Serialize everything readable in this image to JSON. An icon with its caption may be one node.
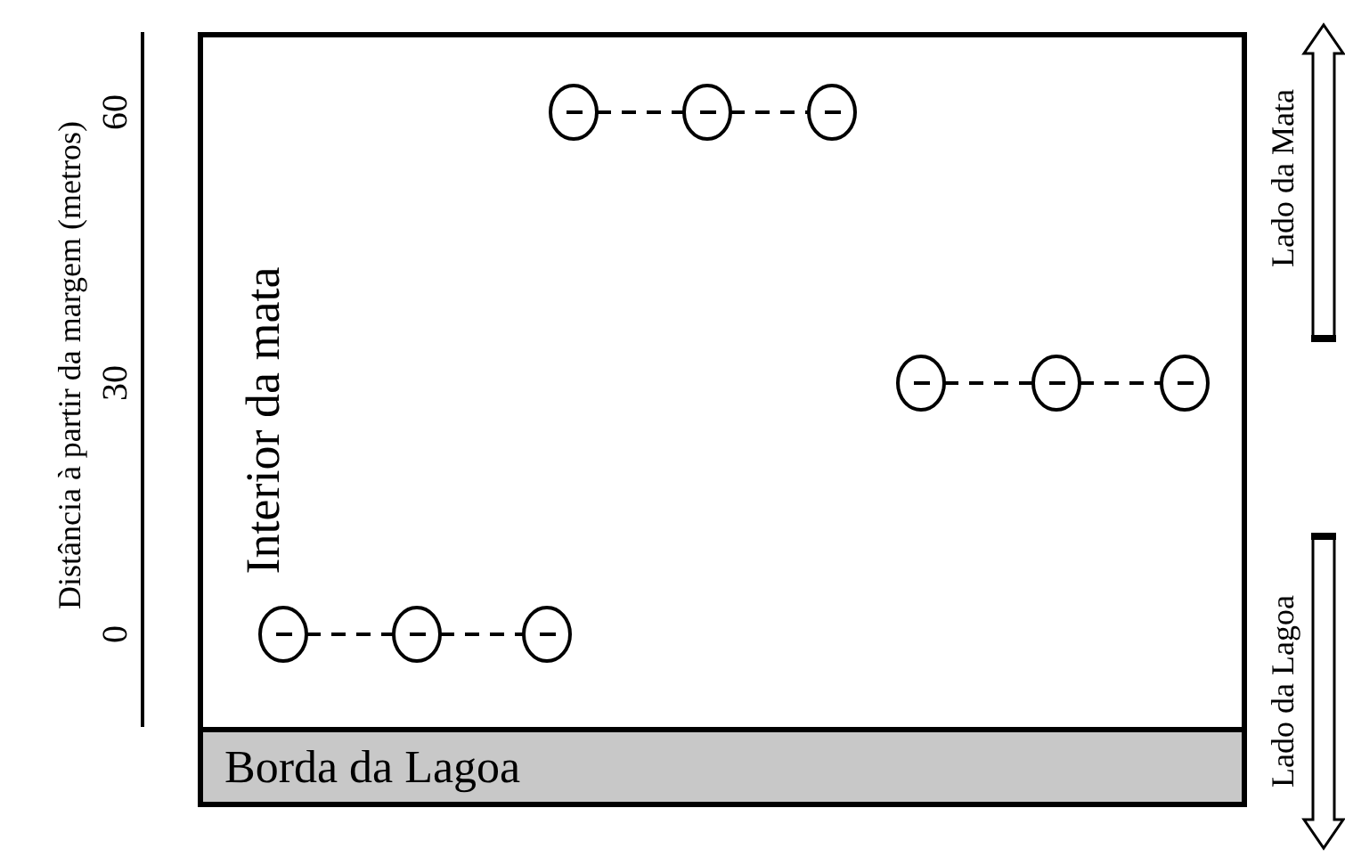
{
  "diagram": {
    "nodes": [
      {
        "text": [
          "Interior da mata"
        ]
      },
      {
        "text": [
          "Borda da Lagoa"
        ],
        "in": 0
      },
      {
        "text": [],
        "shape": "circle",
        "in": 0
      },
      {
        "text": [],
        "shape": "circle",
        "in": 0
      },
      {
        "text": [],
        "shape": "circle",
        "in": 0
      },
      {
        "text": [],
        "shape": "circle",
        "in": 0
      },
      {
        "text": [],
        "shape": "circle",
        "in": 0
      },
      {
        "text": [],
        "shape": "circle",
        "in": 0
      },
      {
        "text": [],
        "shape": "circle",
        "in": 0
      },
      {
        "text": [],
        "shape": "circle",
        "in": 0
      },
      {
        "text": [],
        "shape": "circle",
        "in": 0
      }
    ],
    "edges": [
      {
        "from": 2,
        "to": 3,
        "arrow": "none",
        "style": "dashed"
      },
      {
        "from": 3,
        "to": 4,
        "arrow": "none",
        "style": "dashed"
      },
      {
        "from": 5,
        "to": 6,
        "arrow": "none",
        "style": "dashed"
      },
      {
        "from": 6,
        "to": 7,
        "arrow": "none",
        "style": "dashed"
      },
      {
        "from": 8,
        "to": 9,
        "arrow": "none",
        "style": "dashed"
      },
      {
        "from": 9,
        "to": 10,
        "arrow": "none",
        "style": "dashed"
      }
    ],
    "labels": [
      "Distância à partir da margem (metros)",
      "60",
      "30",
      "0",
      "Lado da Mata",
      "Lado da Lagoa"
    ]
  }
}
